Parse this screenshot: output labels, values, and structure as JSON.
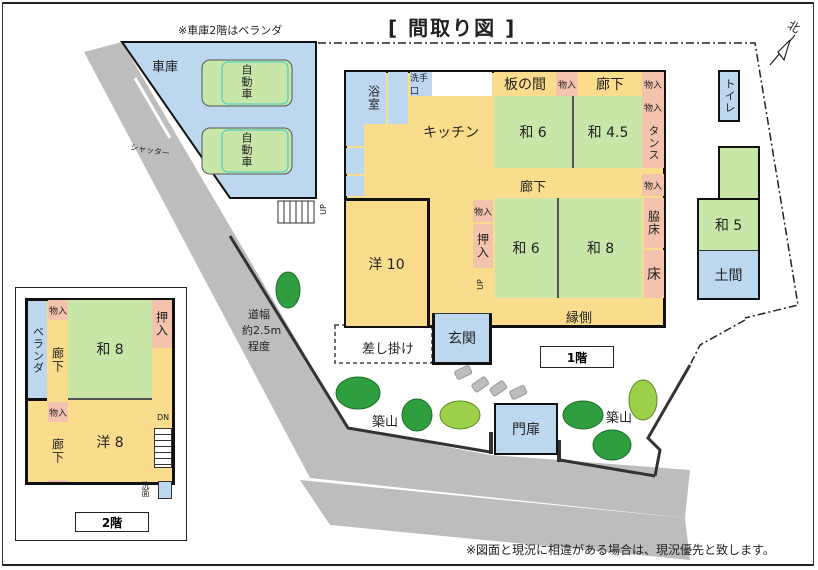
{
  "header": {
    "title": "[ 間取り図 ]",
    "garage_note": "※車庫2階はベランダ"
  },
  "footer": {
    "disclaimer": "※図面と現況に相違がある場合は、現況優先と致します。"
  },
  "site": {
    "garage": "車庫",
    "car_label": "自動車",
    "shutter": "シャッター",
    "road_width": [
      "道幅",
      "約2.5m",
      "程度"
    ],
    "up_label": "UP",
    "north_label": "北",
    "garden_left": "築山",
    "garden_right": "築山",
    "gate": "門扉",
    "sashikake": "差し掛け"
  },
  "floor1": {
    "label": "1階",
    "rooms": {
      "bath": "浴室",
      "washroom": "洗手口",
      "kitchen": "キッチン",
      "itanoma": "板の間",
      "closet": "物入",
      "hall": "廊下",
      "wa6_top": "和 6",
      "wa45": "和 4.5",
      "tansu": "タンス",
      "hall_mid": "廊下",
      "you10": "洋 10",
      "oshiire": "押入",
      "wa6_bottom": "和 6",
      "wa8": "和 8",
      "wakidoko": "脇床",
      "toko": "床",
      "engawa": "縁側",
      "genkan": "玄関",
      "toilet": "トイレ",
      "wa5": "和 5",
      "doma": "土間",
      "up": "UP"
    }
  },
  "floor2": {
    "label": "2階",
    "rooms": {
      "veranda": "ベランダ",
      "closet": "物入",
      "hall": "廊下",
      "wa8": "和 8",
      "oshiire": "押入",
      "you8": "洋 8",
      "dn": "DN",
      "senmen": "洗面"
    }
  },
  "colors": {
    "western_room": "#f9dd8c",
    "japanese_room": "#c8e6a8",
    "wet_area": "#bcd7ee",
    "storage": "#f4c3ad",
    "road": "#bdbdbd",
    "tree_dark": "#2e9e3e",
    "tree_light": "#9ccf4a"
  }
}
